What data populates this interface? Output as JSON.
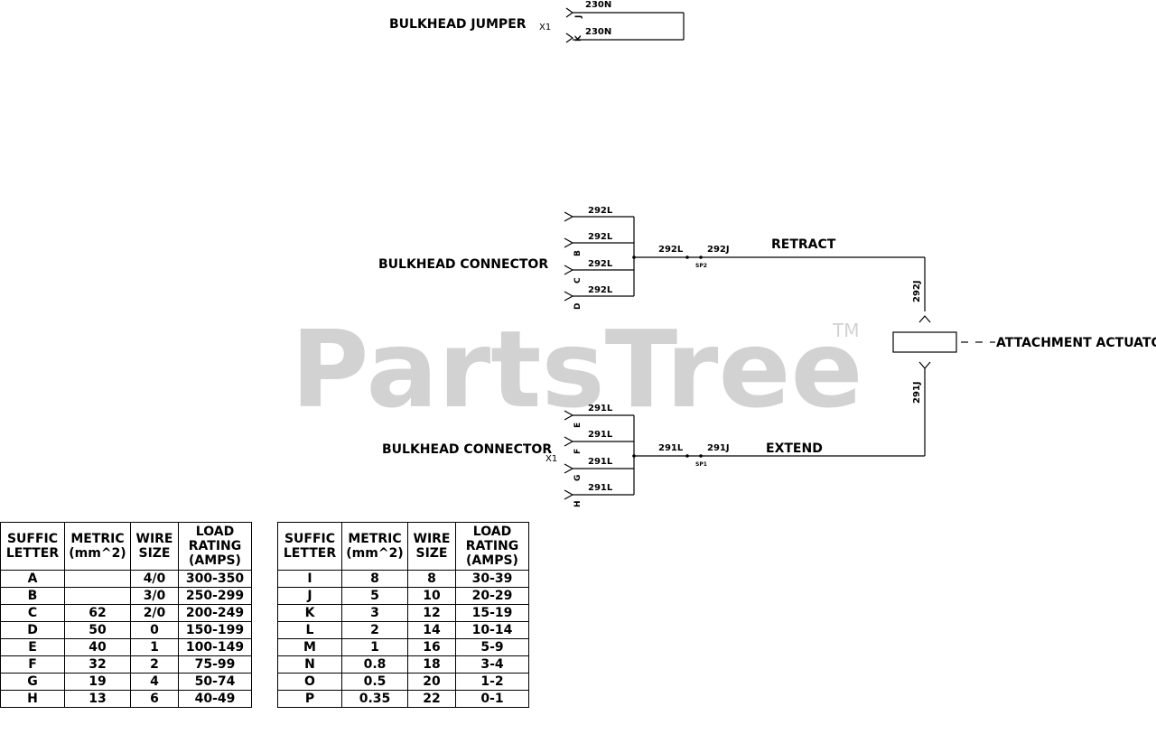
{
  "watermark": {
    "text": "PartsTree",
    "trademark": "TM"
  },
  "jumper": {
    "label": "BULKHEAD JUMPER",
    "connector": "X1",
    "pins": [
      "J",
      "K"
    ],
    "wires": [
      "230N",
      "230N"
    ]
  },
  "retract_connector": {
    "label": "BULKHEAD CONNECTOR",
    "pins": [
      "",
      "B",
      "C",
      "D"
    ],
    "wires": [
      "292L",
      "292L",
      "292L",
      "292L"
    ],
    "splice_in": "292L",
    "splice_out": "292J",
    "splice_id": "SP2",
    "function": "RETRACT",
    "vertical_wire": "292J"
  },
  "extend_connector": {
    "label": "BULKHEAD CONNECTOR",
    "connector": "X1",
    "pins": [
      "E",
      "F",
      "G",
      "H"
    ],
    "wires": [
      "291L",
      "291L",
      "291L",
      "291L"
    ],
    "splice_in": "291L",
    "splice_out": "291J",
    "splice_id": "SP1",
    "function": "EXTEND",
    "vertical_wire": "291J"
  },
  "actuator": {
    "label": "ATTACHMENT ACTUATOR"
  },
  "tables": {
    "headers": [
      [
        "SUFFIC",
        "LETTER"
      ],
      [
        "METRIC",
        "(mm^2)"
      ],
      [
        "WIRE",
        "SIZE"
      ],
      [
        "LOAD",
        "RATING",
        "(AMPS)"
      ]
    ],
    "left_rows": [
      [
        "A",
        "",
        "4/0",
        "300-350"
      ],
      [
        "B",
        "",
        "3/0",
        "250-299"
      ],
      [
        "C",
        "62",
        "2/0",
        "200-249"
      ],
      [
        "D",
        "50",
        "0",
        "150-199"
      ],
      [
        "E",
        "40",
        "1",
        "100-149"
      ],
      [
        "F",
        "32",
        "2",
        "75-99"
      ],
      [
        "G",
        "19",
        "4",
        "50-74"
      ],
      [
        "H",
        "13",
        "6",
        "40-49"
      ]
    ],
    "right_rows": [
      [
        "I",
        "8",
        "8",
        "30-39"
      ],
      [
        "J",
        "5",
        "10",
        "20-29"
      ],
      [
        "K",
        "3",
        "12",
        "15-19"
      ],
      [
        "L",
        "2",
        "14",
        "10-14"
      ],
      [
        "M",
        "1",
        "16",
        "5-9"
      ],
      [
        "N",
        "0.8",
        "18",
        "3-4"
      ],
      [
        "O",
        "0.5",
        "20",
        "1-2"
      ],
      [
        "P",
        "0.35",
        "22",
        "0-1"
      ]
    ]
  }
}
